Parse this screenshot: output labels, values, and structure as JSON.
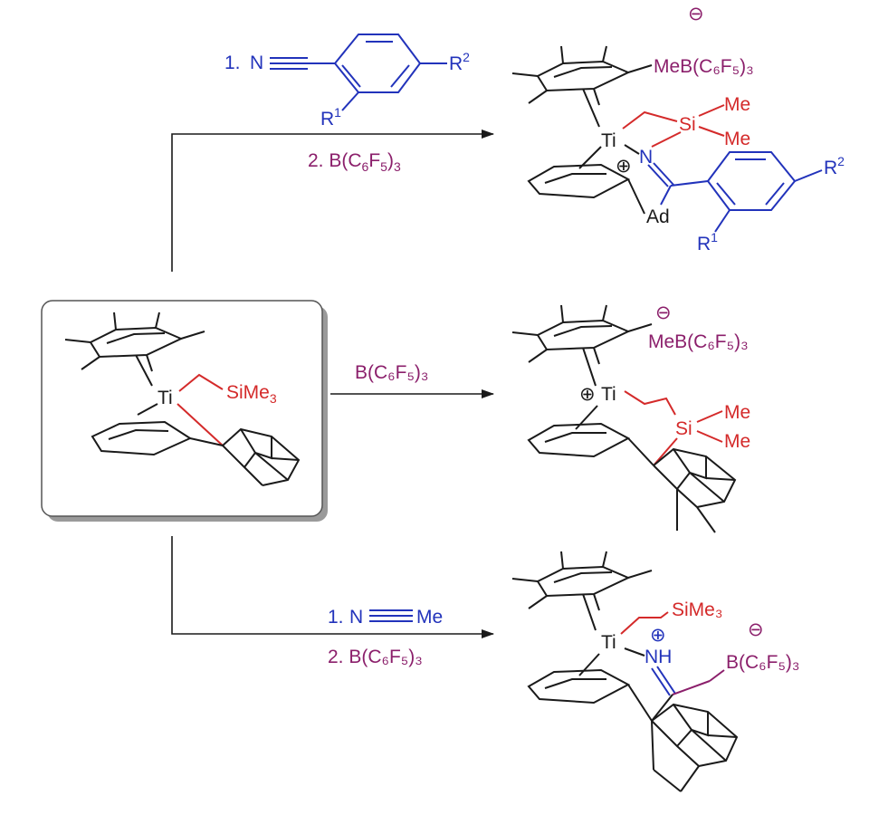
{
  "colors": {
    "black": "#1a1a1a",
    "red": "#d42a2a",
    "blue": "#2233bb",
    "purple": "#8b1f6b",
    "box_border": "#555555",
    "box_shadow": "#999999"
  },
  "starting_material": {
    "ti": "Ti",
    "sime3_main": "SiMe",
    "sime3_sub": "3"
  },
  "top_reaction": {
    "step1": "1.",
    "nitrile_n": "N",
    "r1_main": "R",
    "r1_sup": "1",
    "r2_main": "R",
    "r2_sup": "2",
    "step2": "2. B(C",
    "step2_sub1": "6",
    "step2_mid": "F",
    "step2_sub2": "5",
    "step2_end": ")",
    "step2_sub3": "3"
  },
  "top_product": {
    "anion": "MeB(C₆F₅)₃",
    "anion_charge": "⊖",
    "ti": "Ti",
    "si": "Si",
    "me1": "Me",
    "me2": "Me",
    "n": "N",
    "cation_charge": "⊕",
    "ad": "Ad",
    "r2_main": "R",
    "r2_sup": "2",
    "r1_main": "R",
    "r1_sup": "1"
  },
  "middle_reaction": {
    "reagent": "B(C₆F₅)₃"
  },
  "middle_product": {
    "anion": "MeB(C₆F₅)₃",
    "anion_charge": "⊖",
    "ti": "Ti",
    "cation_charge": "⊕",
    "si": "Si",
    "me1": "Me",
    "me2": "Me"
  },
  "bottom_reaction": {
    "step1": "1.",
    "n": "N",
    "me": "Me",
    "step2": "2. B(C₆F₅)₃"
  },
  "bottom_product": {
    "sime3": "SiMe₃",
    "ti": "Ti",
    "nh": "NH",
    "cation_charge": "⊕",
    "borate": "B(C₆F₅)₃",
    "anion_charge": "⊖"
  }
}
